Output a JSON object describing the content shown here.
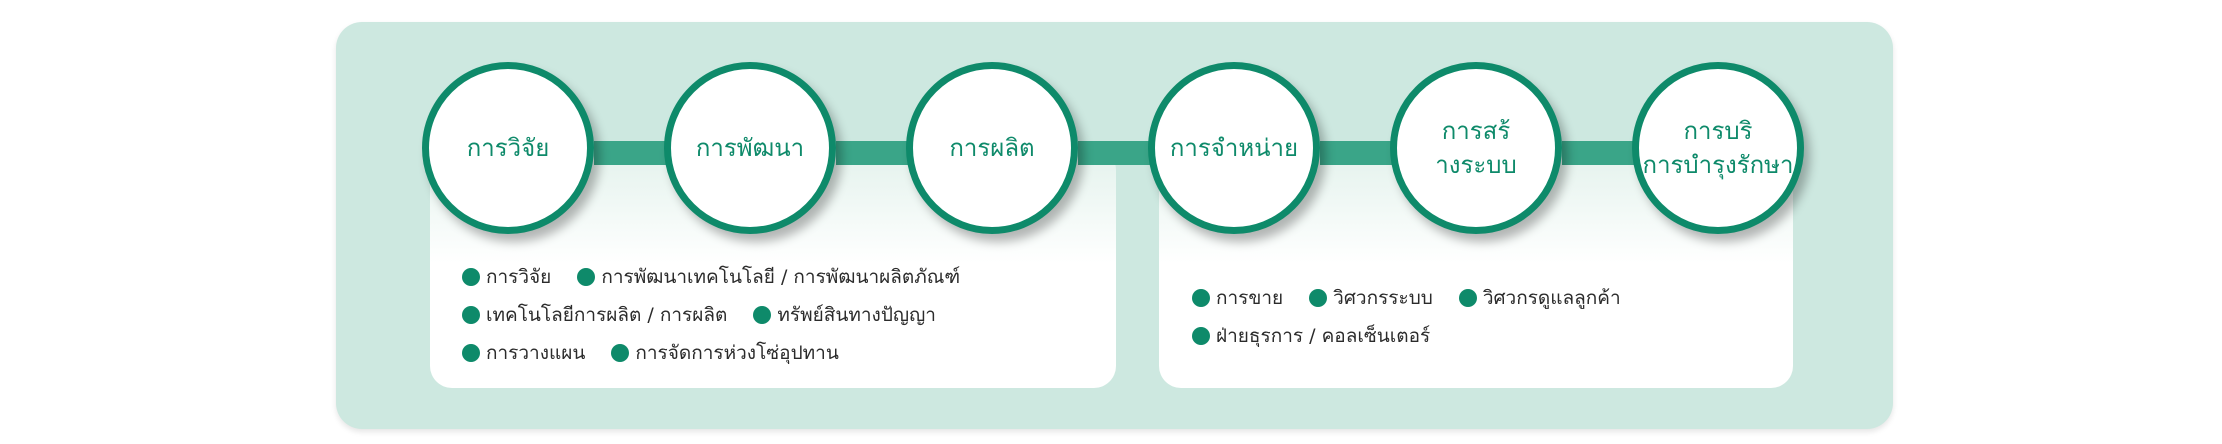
{
  "steps": [
    {
      "label": "การวิจัย"
    },
    {
      "label": "การพัฒนา"
    },
    {
      "label": "การผลิต"
    },
    {
      "label": "การจำหน่าย"
    },
    {
      "label": "การสร้\nางระบบ"
    },
    {
      "label": "การบริ\nการบำรุงรักษา"
    }
  ],
  "left_card": {
    "rows": [
      [
        "การวิจัย",
        "การพัฒนาเทคโนโลยี / การพัฒนาผลิตภัณฑ์"
      ],
      [
        "เทคโนโลยีการผลิต / การผลิต",
        "ทรัพย์สินทางปัญญา"
      ],
      [
        "การวางแผน",
        "การจัดการห่วงโซ่อุปทาน"
      ]
    ]
  },
  "right_card": {
    "rows": [
      [
        "การขาย",
        "วิศวกรระบบ",
        "วิศวกรดูแลลูกค้า"
      ],
      [
        "ฝ่ายธุรการ / คอลเซ็นเตอร์"
      ]
    ]
  },
  "colors": {
    "panel_bg": "#cde8e0",
    "accent_green": "#0e8a6a",
    "connector_green": "#3aa588",
    "text": "#2b2b2b"
  },
  "icons": {
    "bullet": "filled-circle"
  }
}
